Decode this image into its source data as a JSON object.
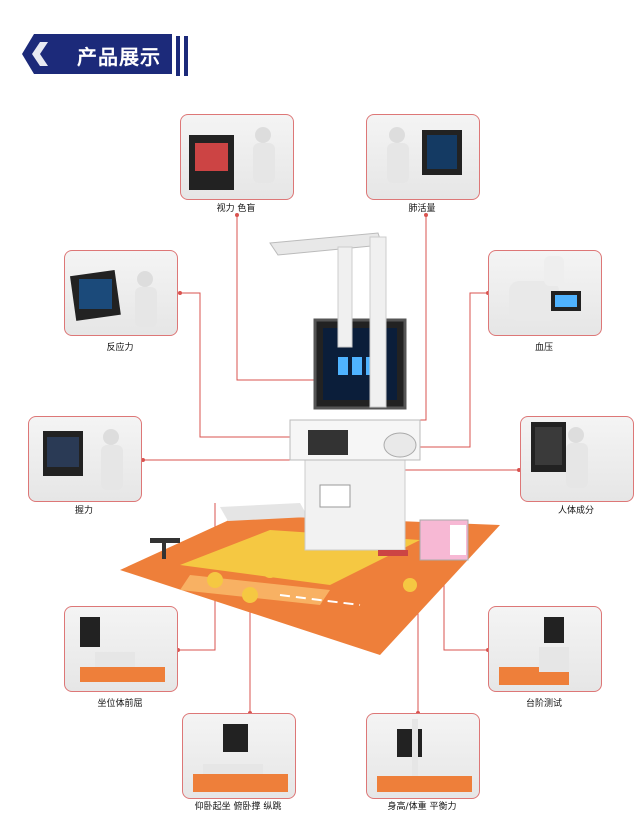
{
  "header": {
    "title": "产品展示"
  },
  "colors": {
    "banner": "#1c2a7a",
    "line": "#d9534f",
    "floor_orange": "#ee7f3a",
    "floor_yellow": "#f5c842"
  },
  "stations": [
    {
      "id": "vision",
      "label": "视力 色盲"
    },
    {
      "id": "lung",
      "label": "肺活量"
    },
    {
      "id": "reaction",
      "label": "反应力"
    },
    {
      "id": "blood_pressure",
      "label": "血压"
    },
    {
      "id": "grip",
      "label": "握力"
    },
    {
      "id": "body_comp",
      "label": "人体成分"
    },
    {
      "id": "sit_reach",
      "label": "坐位体前屈"
    },
    {
      "id": "step_test",
      "label": "台阶测试"
    },
    {
      "id": "situps",
      "label": "仰卧起坐  俯卧撑  纵跳"
    },
    {
      "id": "height",
      "label": "身高/体重  平衡力"
    }
  ]
}
